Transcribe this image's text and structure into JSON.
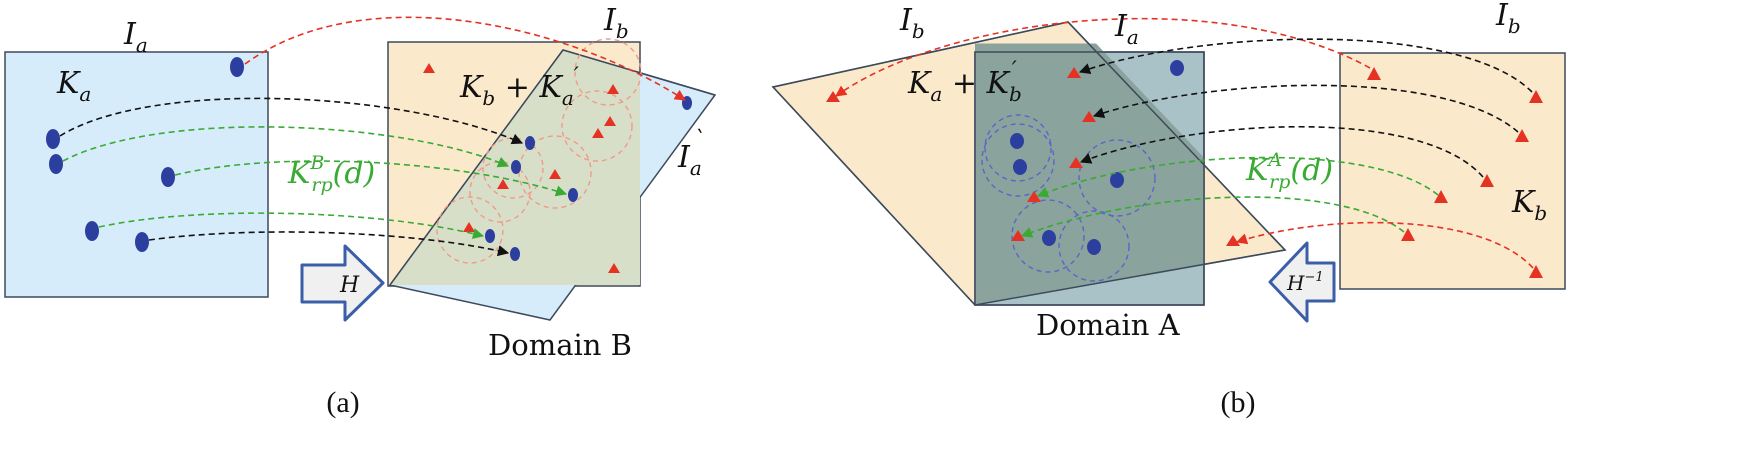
{
  "panel_a": {
    "caption": "(a)",
    "image_a_label": "I",
    "image_a_label_sub": "a",
    "image_b_label": "I",
    "image_b_label_sub": "b",
    "warped_label": "I",
    "warped_label_sub": "a",
    "warped_label_mark": "`",
    "keypoints_a_label": "K",
    "keypoints_a_label_sub": "a",
    "combined_label_k": "K",
    "combined_label_k_sub": "b",
    "combined_label_plus": " + K",
    "combined_label_sub2": "a",
    "combined_label_prime": "′",
    "repeat_label_k": "K",
    "repeat_label_sup": "B",
    "repeat_label_sub": "rp",
    "repeat_label_arg": "(d)",
    "arrow_label": "H",
    "domain_label": "Domain B"
  },
  "panel_b": {
    "caption": "(b)",
    "image_a_label": "I",
    "image_a_label_sub": "a",
    "image_b_label": "I",
    "image_b_label_sub": "b",
    "warped_label": "I",
    "warped_label_sub": "b",
    "warped_label_mark": "`",
    "keypoints_b_label": "K",
    "keypoints_b_label_sub": "b",
    "combined_label_k": "K",
    "combined_label_k_sub": "a",
    "combined_label_plus": " + K",
    "combined_label_sub2": "b",
    "combined_label_prime": "′",
    "repeat_label_k": "K",
    "repeat_label_sup": "A",
    "repeat_label_sub": "rp",
    "repeat_label_arg": "(d)",
    "arrow_label": "H",
    "arrow_label_sup": "−1",
    "domain_label": "Domain A"
  },
  "colors": {
    "blue_fill": "#d6ecfa",
    "tan_fill": "#fbe9cc",
    "overlap_a": "#d8dfc8",
    "overlap_b": "#8aa39c",
    "keypoint_blue": "#2d3f9e",
    "keypoint_red": "#e53222",
    "match_black": "#111111",
    "match_green": "#3aaa35",
    "match_red": "#e53222",
    "circle_red": "#f29a8a",
    "circle_blue": "#5a66c8"
  },
  "icons": [
    "arrow-right-icon",
    "arrow-left-icon"
  ]
}
